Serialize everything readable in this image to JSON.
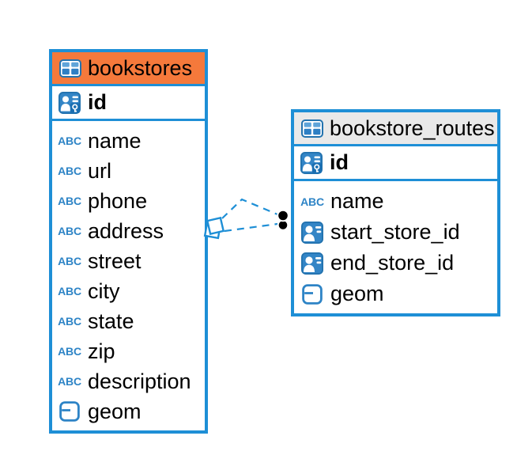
{
  "icons": {
    "text_type_label": "ABC"
  },
  "colors": {
    "accent_blue": "#1E8FD6",
    "icon_blue": "#3385C6",
    "icon_blue_dark": "#2272AE",
    "header_orange": "#F5793B",
    "header_gray": "#E9E9E9",
    "text_black": "#000000"
  },
  "tables": [
    {
      "name": "bookstores",
      "header_color": "#F5793B",
      "primary_key": {
        "label": "id"
      },
      "fields": [
        {
          "label": "name",
          "type": "text"
        },
        {
          "label": "url",
          "type": "text"
        },
        {
          "label": "phone",
          "type": "text"
        },
        {
          "label": "address",
          "type": "text"
        },
        {
          "label": "street",
          "type": "text"
        },
        {
          "label": "city",
          "type": "text"
        },
        {
          "label": "state",
          "type": "text"
        },
        {
          "label": "zip",
          "type": "text"
        },
        {
          "label": "description",
          "type": "text"
        },
        {
          "label": "geom",
          "type": "geometry"
        }
      ]
    },
    {
      "name": "bookstore_routes",
      "header_color": "#E9E9E9",
      "primary_key": {
        "label": "id"
      },
      "fields": [
        {
          "label": "name",
          "type": "text"
        },
        {
          "label": "start_store_id",
          "type": "foreign-key"
        },
        {
          "label": "end_store_id",
          "type": "foreign-key"
        },
        {
          "label": "geom",
          "type": "geometry"
        }
      ]
    }
  ],
  "relationship": {
    "source_table": "bookstores",
    "target_table": "bookstore_routes",
    "line_style": "dashed",
    "source_marker": "diamond",
    "target_marker": "dots",
    "target_marker_count": 2
  }
}
